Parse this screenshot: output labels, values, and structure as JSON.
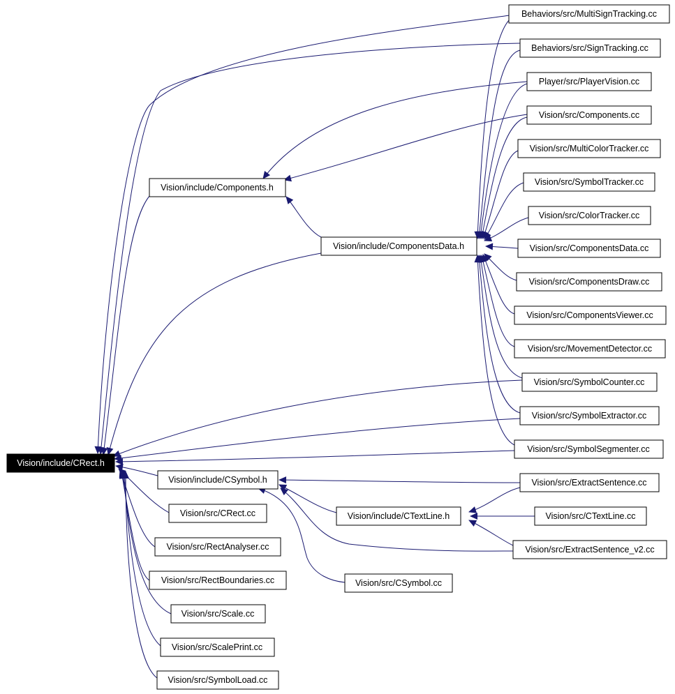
{
  "colors": {
    "edge": "#191970",
    "node_border": "#000000",
    "root_fill": "#000000",
    "root_text": "#ffffff"
  },
  "nodes": {
    "crect_h": "Vision/include/CRect.h",
    "components_h": "Vision/include/Components.h",
    "componentsdata_h": "Vision/include/ComponentsData.h",
    "csymbol_h": "Vision/include/CSymbol.h",
    "ctextline_h": "Vision/include/CTextLine.h",
    "multisigntracking": "Behaviors/src/MultiSignTracking.cc",
    "signtracking": "Behaviors/src/SignTracking.cc",
    "playervision": "Player/src/PlayerVision.cc",
    "components_cc": "Vision/src/Components.cc",
    "multicolortracker": "Vision/src/MultiColorTracker.cc",
    "symboltracker": "Vision/src/SymbolTracker.cc",
    "colortracker": "Vision/src/ColorTracker.cc",
    "componentsdata_cc": "Vision/src/ComponentsData.cc",
    "componentsdraw": "Vision/src/ComponentsDraw.cc",
    "componentsviewer": "Vision/src/ComponentsViewer.cc",
    "movementdetector": "Vision/src/MovementDetector.cc",
    "symbolcounter": "Vision/src/SymbolCounter.cc",
    "symbolextractor": "Vision/src/SymbolExtractor.cc",
    "symbolsegmenter": "Vision/src/SymbolSegmenter.cc",
    "extractsentence": "Vision/src/ExtractSentence.cc",
    "ctextline_cc": "Vision/src/CTextLine.cc",
    "extractsentence_v2": "Vision/src/ExtractSentence_v2.cc",
    "csymbol_cc": "Vision/src/CSymbol.cc",
    "crect_cc": "Vision/src/CRect.cc",
    "rectanalyser": "Vision/src/RectAnalyser.cc",
    "rectboundaries": "Vision/src/RectBoundaries.cc",
    "scale": "Vision/src/Scale.cc",
    "scaleprint": "Vision/src/ScalePrint.cc",
    "symbolload": "Vision/src/SymbolLoad.cc"
  }
}
